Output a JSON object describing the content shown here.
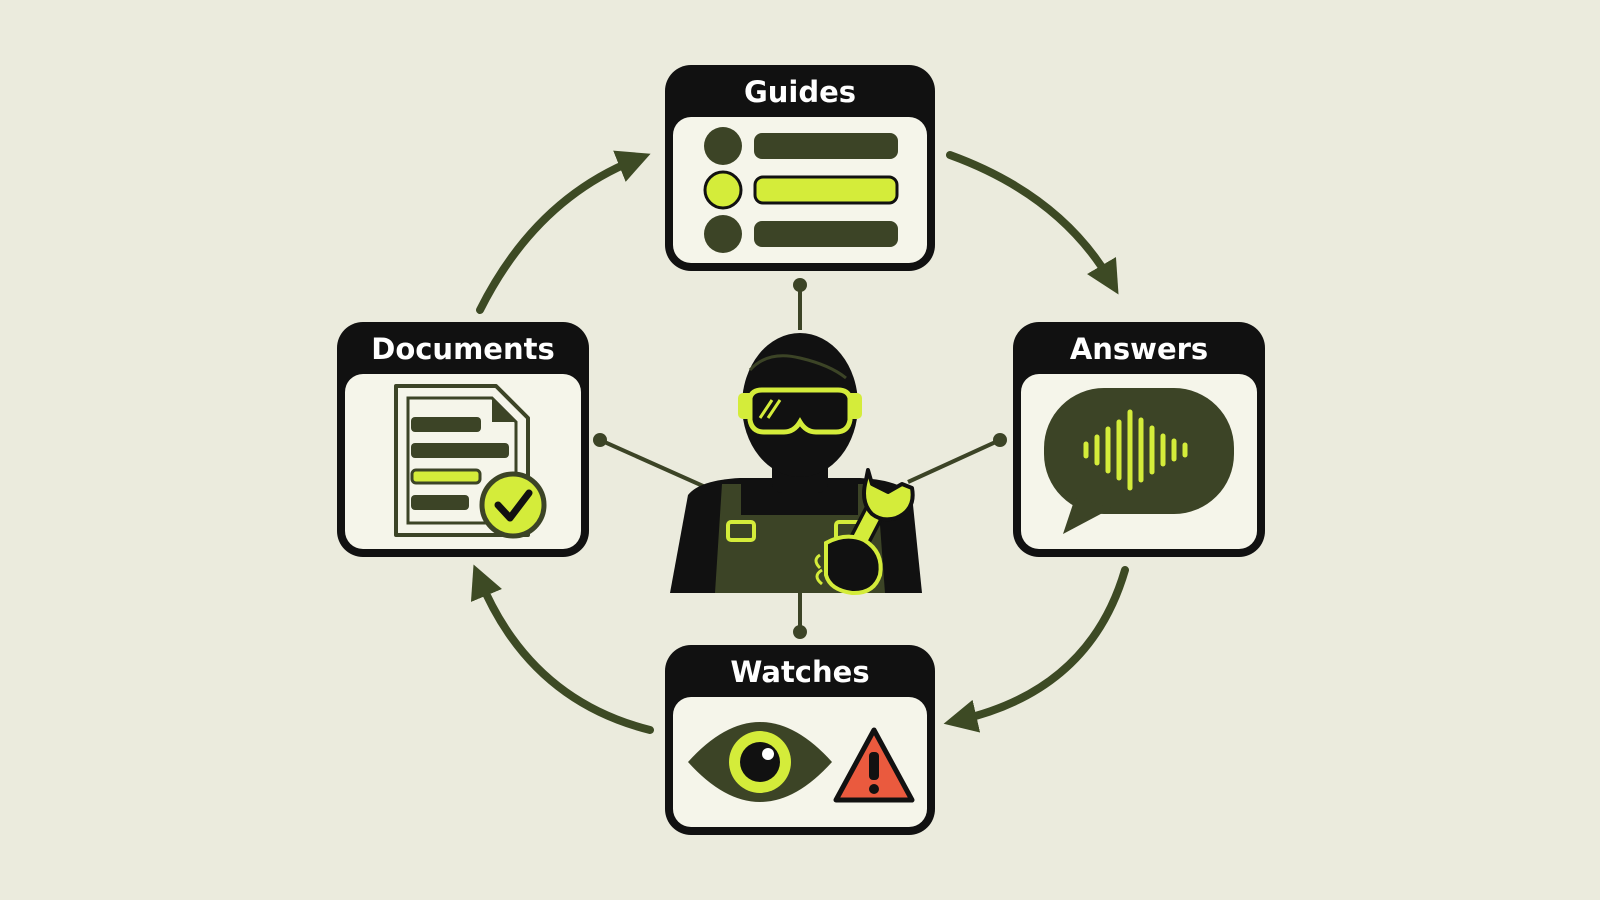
{
  "cards": {
    "guides": {
      "title": "Guides"
    },
    "answers": {
      "title": "Answers"
    },
    "watches": {
      "title": "Watches"
    },
    "documents": {
      "title": "Documents"
    }
  },
  "colors": {
    "background": "#ebebdd",
    "dark": "#111111",
    "olive": "#3c4426",
    "arrow": "#3d4a24",
    "lime": "#d4ec3a",
    "card_body": "#f5f5ea",
    "warning": "#ea5a3e"
  },
  "icons": {
    "center": "technician-with-goggles-and-wrench-icon",
    "guides": "checklist-icon",
    "answers": "voice-speech-bubble-icon",
    "watches": [
      "eye-icon",
      "warning-triangle-icon"
    ],
    "documents": "approved-document-icon"
  },
  "cycle_order": [
    "Guides",
    "Answers",
    "Watches",
    "Documents"
  ]
}
